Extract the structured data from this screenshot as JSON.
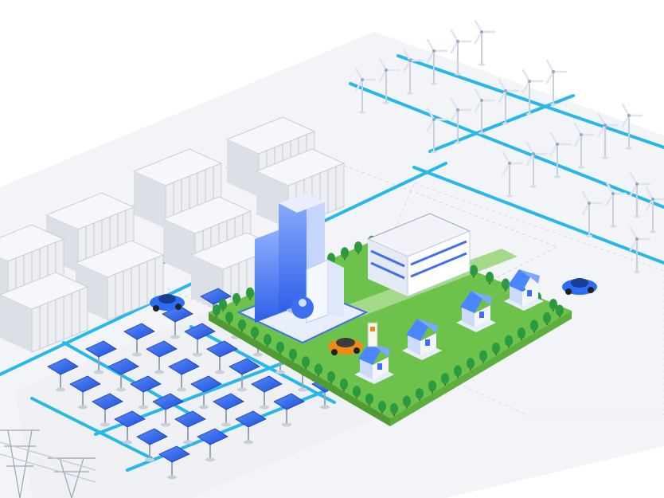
{
  "colors": {
    "background": "#ffffff",
    "ground_plate": "#f2f3f6",
    "grid_line": "#27b8ea",
    "grass": "#6cc24a",
    "tree": "#2c9a3e",
    "building_blue": "#3f6ff0",
    "building_light": "#e8eefc",
    "container": "#e9ebf0",
    "solar_panel": "#2f6cf2",
    "turbine": "#dfe4ee",
    "car_blue": "#2b6ef5",
    "car_orange": "#f08a16",
    "house_roof": "#4a86ff"
  },
  "scene": {
    "battery_storage_containers": 9,
    "solar_panel_units": 30,
    "wind_turbines": 26,
    "houses": 4,
    "cars": 3,
    "ev_charger": 1,
    "transmission_towers": 2
  },
  "icons": [
    "battery-container-icon",
    "solar-panel-icon",
    "wind-turbine-icon",
    "house-icon",
    "office-building-icon",
    "car-icon",
    "ev-charger-icon",
    "transmission-tower-icon",
    "tree-icon"
  ]
}
